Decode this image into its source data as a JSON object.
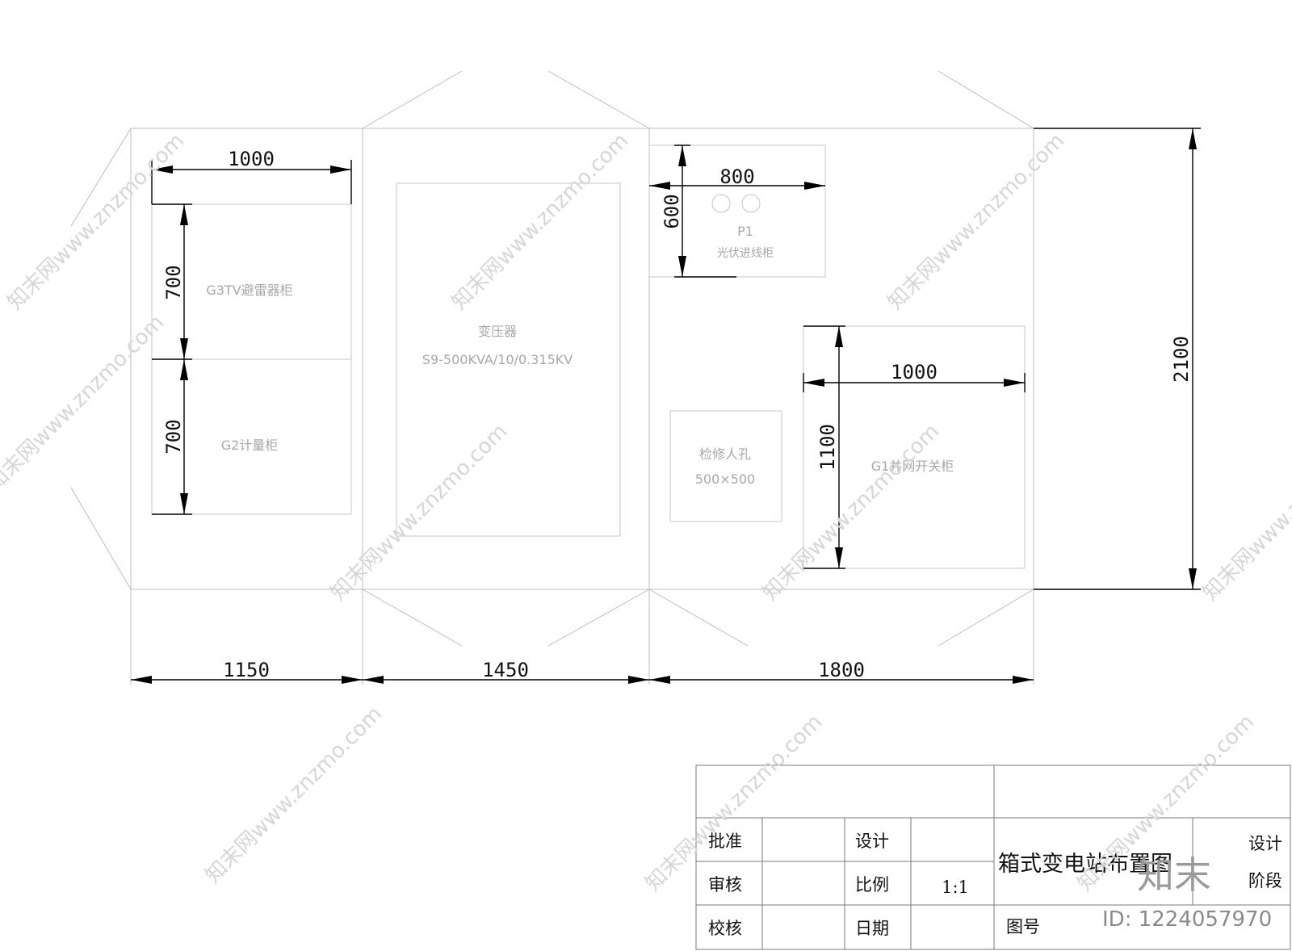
{
  "dimensions": {
    "g3_width": "1000",
    "g3_height": "700",
    "g2_height": "700",
    "p1_width": "800",
    "p1_height": "600",
    "g1_width": "1000",
    "g1_height": "1100",
    "total_height": "2100",
    "section1_width": "1150",
    "section2_width": "1450",
    "section3_width": "1800"
  },
  "cabinets": {
    "g3": "G3TV避雷器柜",
    "g2": "G2计量柜",
    "transformer_name": "变压器",
    "transformer_model": "S9-500KVA/10/0.315KV",
    "p1_code": "P1",
    "p1_name": "光伏进线柜",
    "manhole_name": "检修人孔",
    "manhole_size": "500×500",
    "g1": "G1并网开关柜"
  },
  "title_block": {
    "approve": "批准",
    "review": "审核",
    "check": "校核",
    "design": "设计",
    "scale_label": "比例",
    "date_label": "日期",
    "scale_value": "1:1",
    "drawing_title": "箱式变电站布置图",
    "drawing_no_label": "图号",
    "design_stage_1": "设计",
    "design_stage_2": "阶段"
  },
  "watermark": {
    "text": "知末网www.znzmo.com",
    "logo": "知末",
    "id": "ID: 1224057970"
  }
}
